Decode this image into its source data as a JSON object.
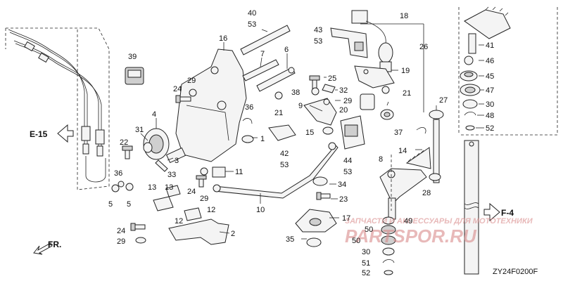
{
  "diagram": {
    "code": "ZY24F0200F",
    "ref_left": "E-15",
    "ref_right": "F-4",
    "front_label": "FR.",
    "watermark_top": "ЗАПЧАСТИ И АКСЕССУАРЫ ДЛЯ МОТОТЕХНИКИ",
    "watermark_main": "PARTSPOR.RU"
  },
  "callouts": {
    "c40": "40",
    "c53a": "53",
    "c16": "16",
    "c7": "7",
    "c6": "6",
    "c39": "39",
    "c29a": "29",
    "c24a": "24",
    "c4": "4",
    "c31": "31",
    "c36a": "36",
    "c1": "1",
    "c22": "22",
    "c3": "3",
    "c33": "33",
    "c11": "11",
    "c36b": "36",
    "c5a": "5",
    "c5b": "5",
    "c24b": "24",
    "c29b": "29",
    "c13a": "13",
    "c13b": "13",
    "c12a": "12",
    "c12b": "12",
    "c24c": "24",
    "c29c": "29",
    "c2": "2",
    "c10": "10",
    "c42": "42",
    "c53b": "53",
    "c43": "43",
    "c53c": "53",
    "c18": "18",
    "c26": "26",
    "c25": "25",
    "c19": "19",
    "c38": "38",
    "c32": "32",
    "c21a": "21",
    "c21b": "21",
    "c9": "9",
    "c29d": "29",
    "c20": "20",
    "c15": "15",
    "c44": "44",
    "c53d": "53",
    "c34": "34",
    "c23": "23",
    "c17": "17",
    "c35": "35",
    "c41": "41",
    "c46": "46",
    "c45": "45",
    "c47": "47",
    "c30a": "30",
    "c48": "48",
    "c52a": "52",
    "c27": "27",
    "c37": "37",
    "c14": "14",
    "c8": "8",
    "c28": "28",
    "c49": "49",
    "c50a": "50",
    "c50b": "50",
    "c30b": "30",
    "c51": "51",
    "c52b": "52"
  }
}
